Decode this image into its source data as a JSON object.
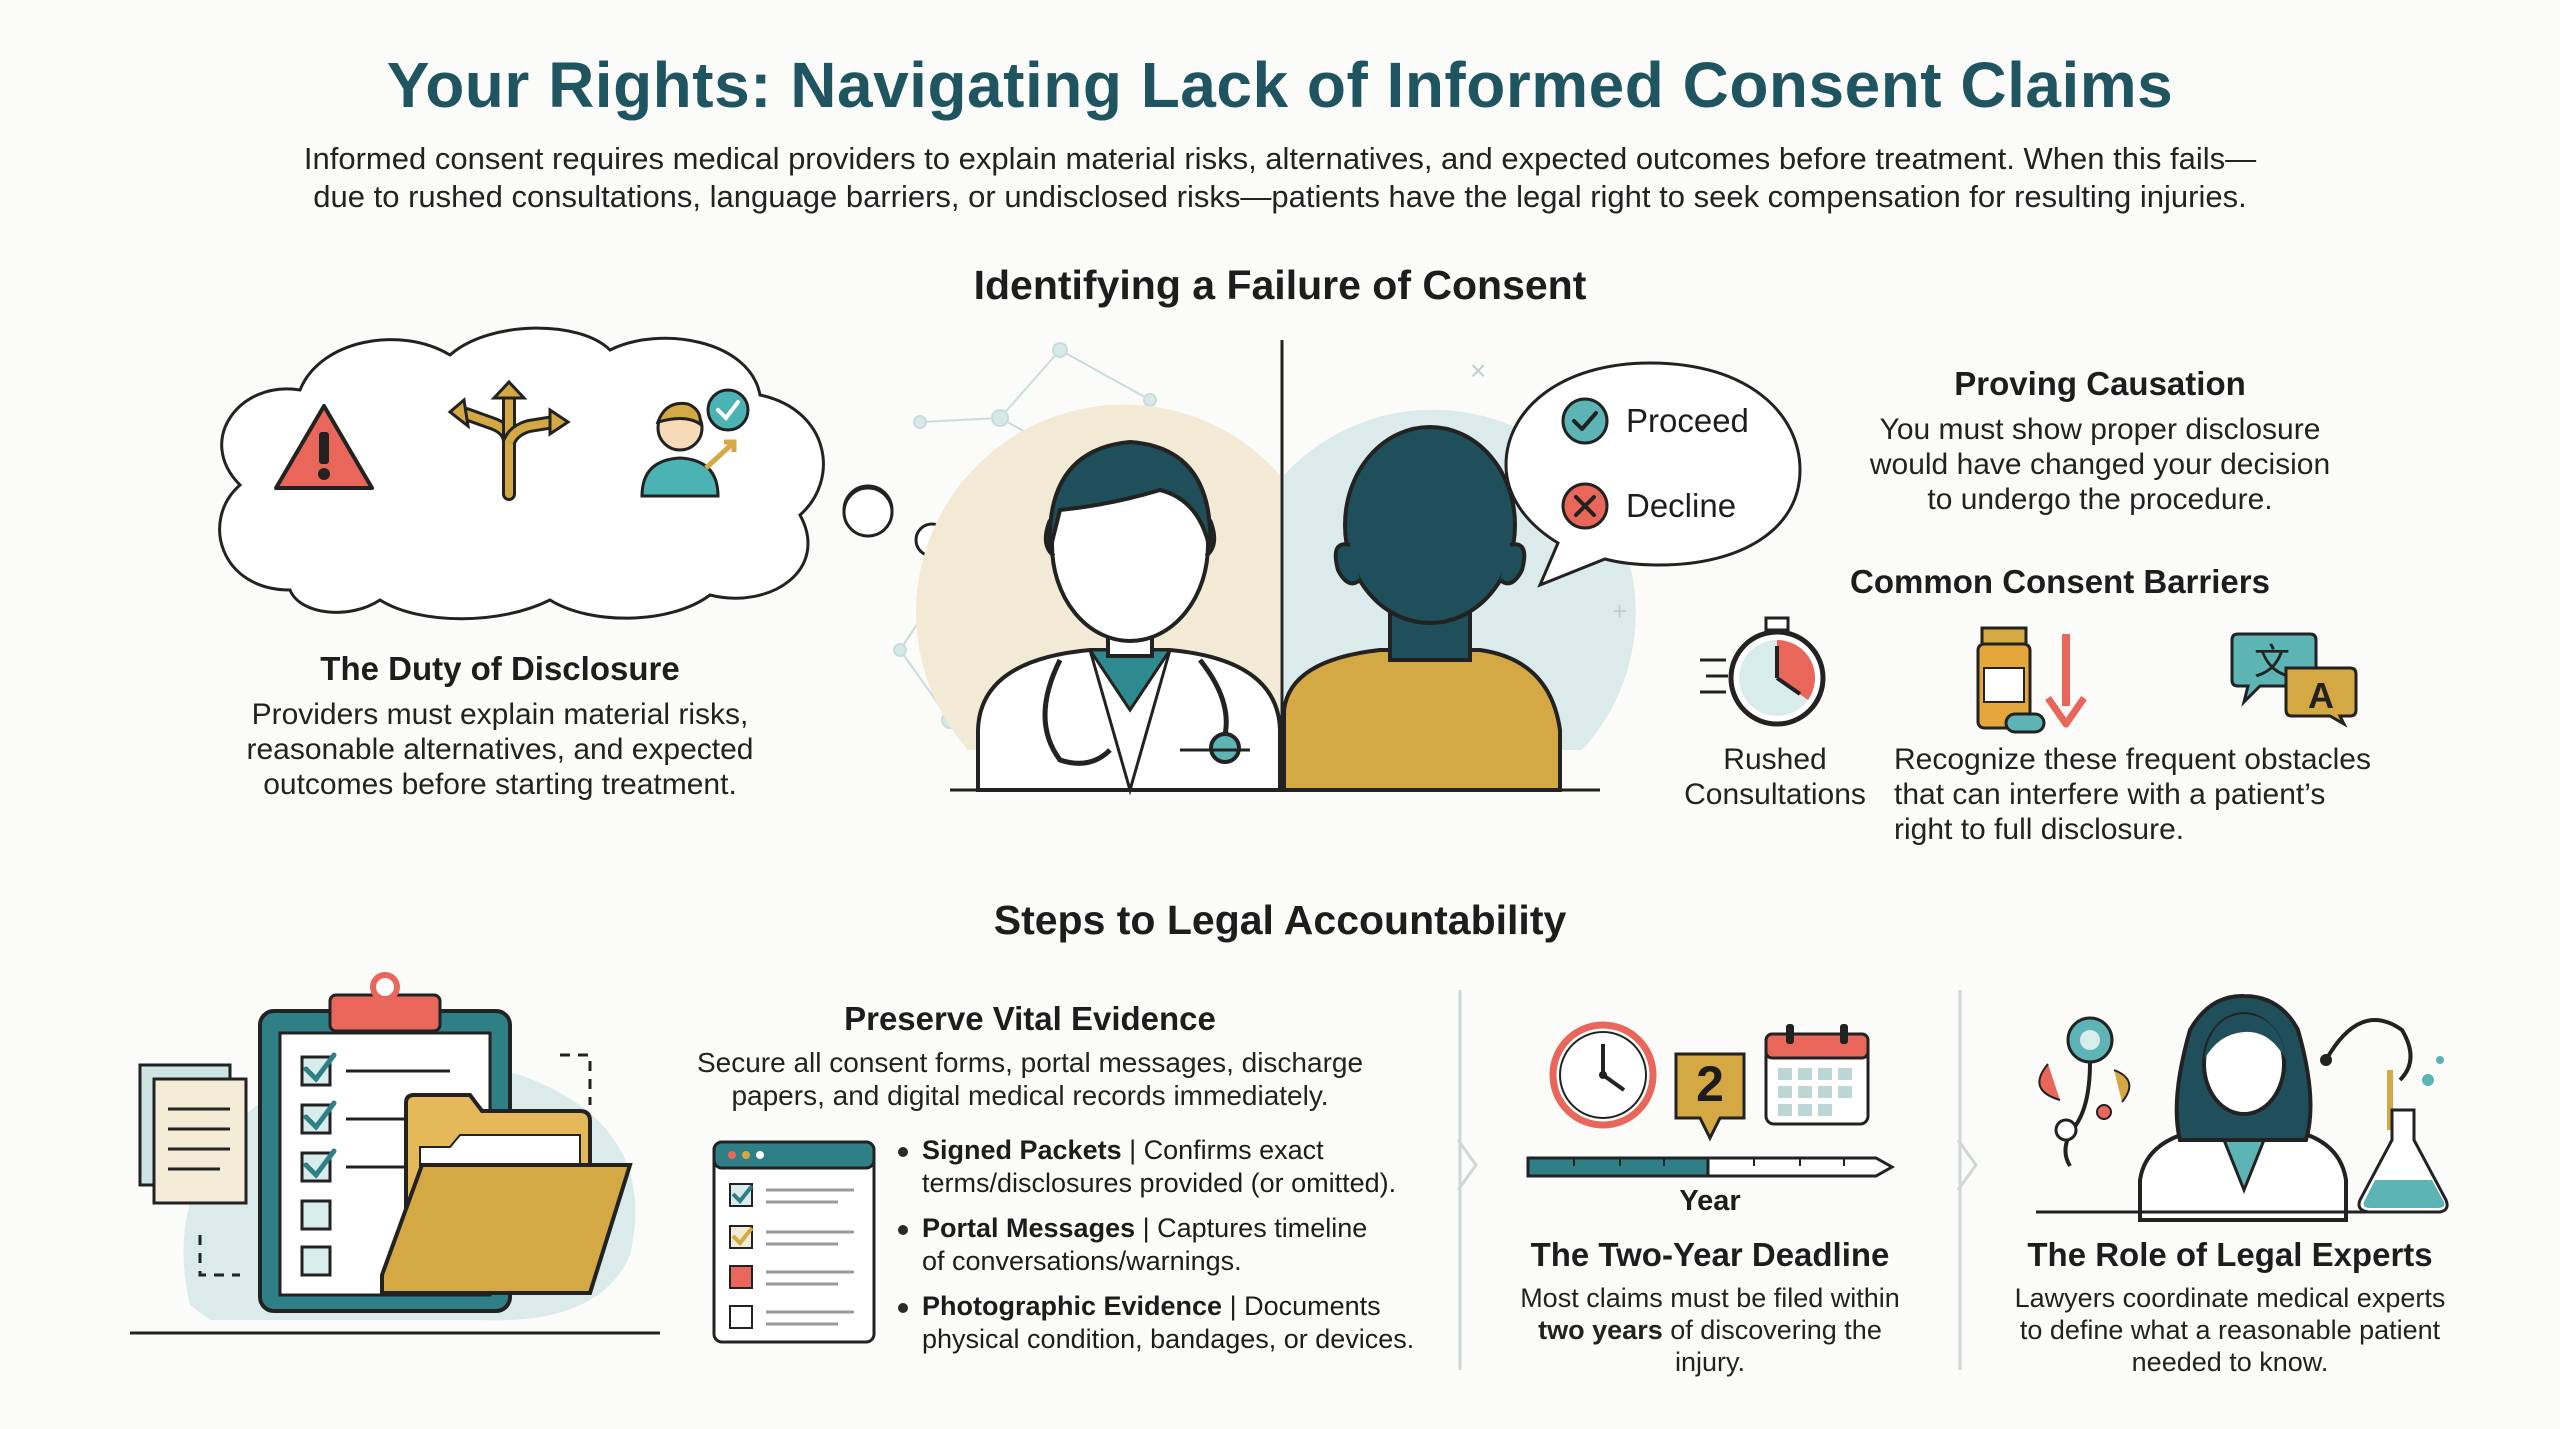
{
  "header": {
    "title": "Your Rights: Navigating Lack of Informed Consent Claims",
    "intro_line1": "Informed consent requires medical providers to explain material risks, alternatives, and expected outcomes before treatment. When this fails—",
    "intro_line2": "due to rushed consultations, language barriers, or undisclosed risks—patients have the legal right to seek compensation for resulting injuries."
  },
  "failure_section": {
    "title": "Identifying a Failure of Consent",
    "duty": {
      "title": "The Duty of Disclosure",
      "line1": "Providers must explain material risks,",
      "line2": "reasonable alternatives, and expected",
      "line3": "outcomes before starting treatment."
    },
    "decision": {
      "proceed": "Proceed",
      "decline": "Decline"
    },
    "causation": {
      "title": "Proving Causation",
      "line1": "You must show proper disclosure",
      "line2": "would have changed your decision",
      "line3": "to undergo the procedure."
    },
    "barriers": {
      "title": "Common Consent Barriers",
      "rushed_line1": "Rushed",
      "rushed_line2": "Consultations",
      "desc_line1": "Recognize these frequent obstacles",
      "desc_line2": "that can interfere with a patient’s",
      "desc_line3": "right to full disclosure."
    }
  },
  "steps_section": {
    "title": "Steps to Legal Accountability",
    "evidence": {
      "title": "Preserve Vital Evidence",
      "line1": "Secure all consent forms, portal messages, discharge",
      "line2": "papers, and digital medical records immediately.",
      "bullets": [
        {
          "bold": "Signed Packets",
          "sep": " | ",
          "text1": "Confirms exact",
          "text2": "terms/disclosures provided (or omitted)."
        },
        {
          "bold": "Portal Messages",
          "sep": " | ",
          "text1": "Captures timeline",
          "text2": "of conversations/warnings."
        },
        {
          "bold": "Photographic Evidence",
          "sep": " | ",
          "text1": "Documents",
          "text2": "physical condition, bandages, or devices."
        }
      ]
    },
    "deadline": {
      "number": "2",
      "axis_label": "Year",
      "title": "The Two-Year Deadline",
      "line1": "Most claims must be filed within",
      "line2_bold": "two years",
      "line2_rest": " of discovering the",
      "line3": "injury."
    },
    "experts": {
      "title": "The Role of Legal Experts",
      "line1": "Lawyers coordinate medical experts",
      "line2": "to define what a reasonable patient",
      "line3": "needed to know."
    }
  },
  "colors": {
    "title": "#1f5560",
    "teal": "#2f7f86",
    "dark_teal": "#1e4f5a",
    "mustard": "#d4a843",
    "coral": "#e8665a",
    "light_teal": "#d8e9e9",
    "cream": "#f5ecd8"
  },
  "icons": [
    "warning-icon",
    "branching-arrows-icon",
    "person-check-icon",
    "check-circle-icon",
    "x-circle-icon",
    "stopwatch-icon",
    "pill-bottle-icon",
    "translate-icon",
    "clipboard-icon",
    "folder-icon",
    "document-icon",
    "checklist-icon",
    "clock-icon",
    "calendar-icon",
    "stethoscope-icon",
    "flask-icon"
  ]
}
